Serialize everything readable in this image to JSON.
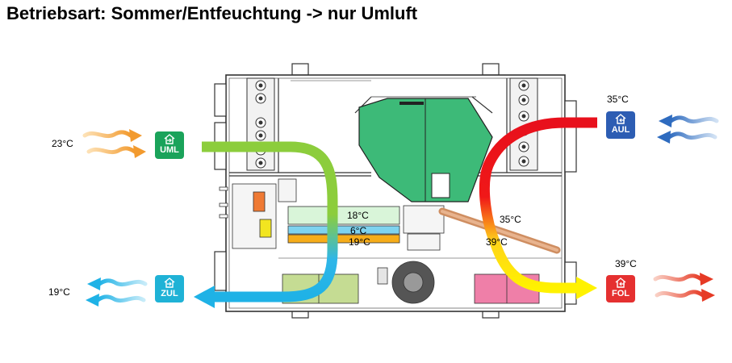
{
  "title": "Betriebsart: Sommer/Entfeuchtung -> nur Umluft",
  "badges": {
    "uml": {
      "label": "UML",
      "color": "#1aa35a"
    },
    "zul": {
      "label": "ZUL",
      "color": "#1fb2d6"
    },
    "aul": {
      "label": "AUL",
      "color": "#2d5db3"
    },
    "fol": {
      "label": "FOL",
      "color": "#e53030"
    }
  },
  "temps": {
    "uml_in": "23°C",
    "zul_out": "19°C",
    "aul_in": "35°C",
    "fol_out": "39°C",
    "coil_top": "18°C",
    "coil_mid": "6°C",
    "coil_bot": "19°C",
    "inner_35": "35°C",
    "inner_39": "39°C"
  },
  "colors": {
    "orange_arrow": "#f4a23c",
    "light_blue_arrow": "#23b6e8",
    "dark_blue_arrow": "#3a78c4",
    "red_arrow": "#e8452f",
    "heat_exchanger": "#3dba78",
    "coil_top": "#d9f5d9",
    "coil_mid": "#7ed3ef",
    "coil_bot": "#f6ad1a",
    "filter_left": "#c5dc93",
    "filter_right": "#ef7fa8"
  }
}
